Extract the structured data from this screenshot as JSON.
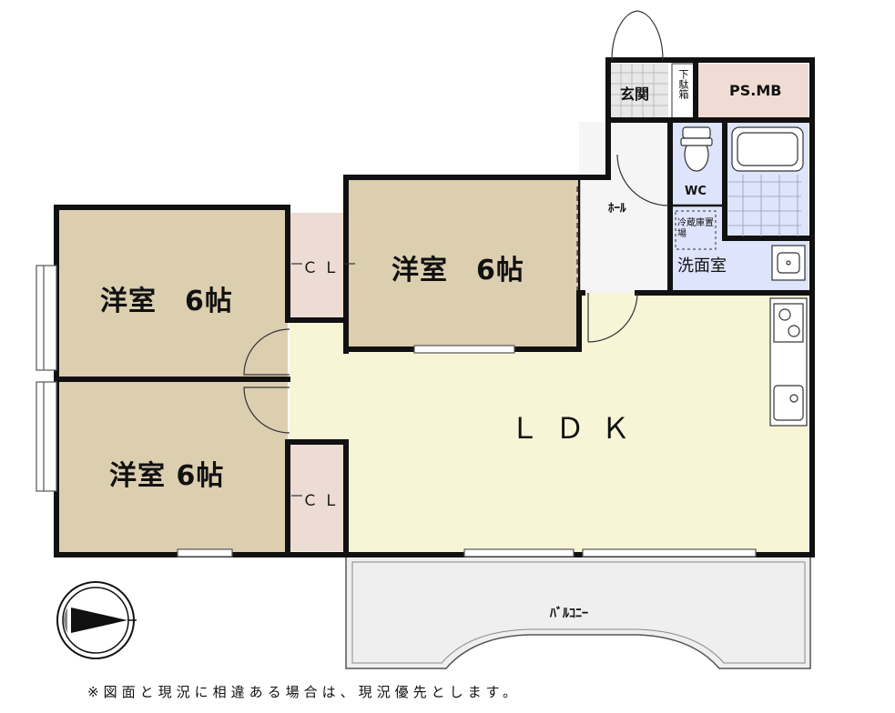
{
  "rooms": {
    "western_room_1": "洋室　6帖",
    "western_room_2": "洋室　6帖",
    "western_room_3": "洋室 6帖",
    "closet_1": "ＣＬ",
    "closet_2": "ＣＬ",
    "ldk": "ＬＤＫ",
    "hall": "ﾎｰﾙ",
    "entrance": "玄関",
    "shoe_box": "下駄箱",
    "ps_mb": "PS.MB",
    "wc": "WC",
    "washroom": "洗面室",
    "fridge_space": "冷蔵庫置場",
    "balcony": "ﾊﾞﾙｺﾆｰ"
  },
  "note": "※図面と現況に相違ある場合は、現況優先とします。",
  "colors": {
    "western_room": "#dccfb0",
    "closet": "#ecdcd4",
    "ldk": "#f8f5d6",
    "wet_area": "#dde4fb",
    "ps_mb": "#f0dcd4",
    "balcony": "#efefef",
    "hall": "#f5f5f5",
    "wall": "#111111"
  }
}
